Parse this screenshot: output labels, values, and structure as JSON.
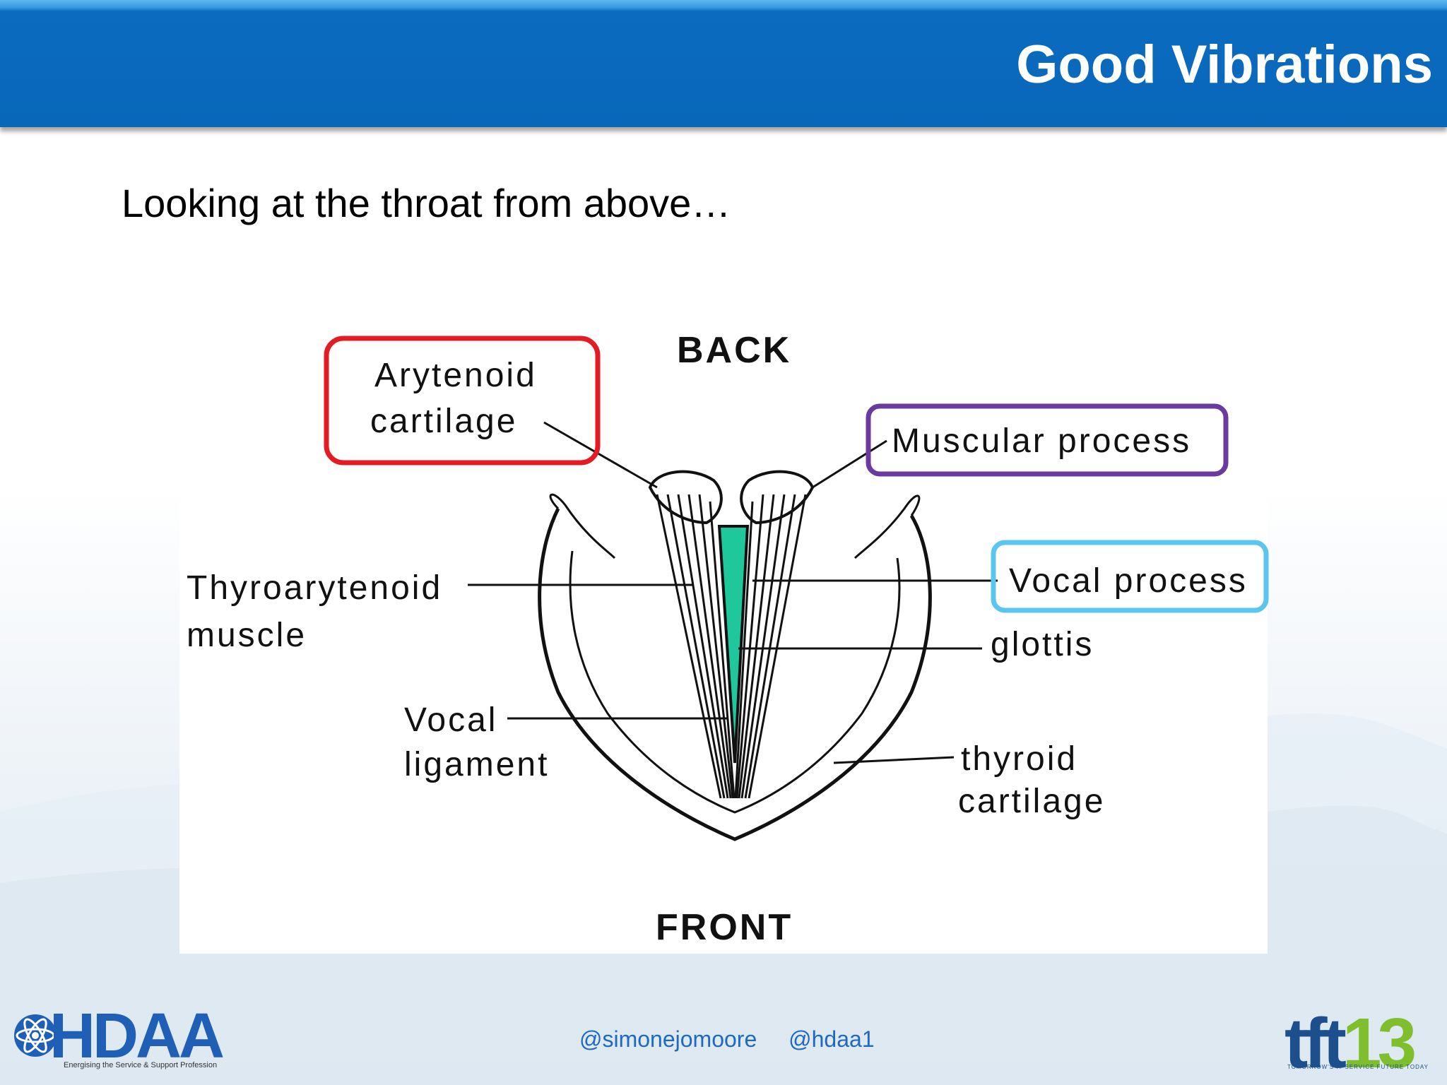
{
  "header": {
    "title": "Good Vibrations"
  },
  "slide": {
    "subtitle": "Looking at the throat from above…"
  },
  "diagram": {
    "orientation_top": "BACK",
    "orientation_bottom": "FRONT",
    "labels": {
      "arytenoid_line1": "Arytenoid",
      "arytenoid_line2": "cartilage",
      "muscular_process": "Muscular process",
      "vocal_process": "Vocal process",
      "thyroarytenoid_line1": "Thyroarytenoid",
      "thyroarytenoid_line2": "muscle",
      "glottis": "glottis",
      "vocal_ligament_line1": "Vocal",
      "vocal_ligament_line2": "ligament",
      "thyroid_line1": "thyroid",
      "thyroid_line2": "cartilage"
    },
    "highlight_colors": {
      "arytenoid": "#e31b23",
      "muscular_process": "#6b3aa0",
      "vocal_process": "#5bc5ef",
      "glottis_fill": "#1ec89a"
    }
  },
  "footer": {
    "handle_1": "@simonejomoore",
    "handle_2": "@hdaa1",
    "logo_left": "HDAA",
    "logo_left_tagline": "Energising the Service & Support Profession",
    "logo_right_a": "tft",
    "logo_right_b": "13",
    "logo_right_tagline": "TOMORROW'S IT SERVICE FUTURE TODAY"
  }
}
